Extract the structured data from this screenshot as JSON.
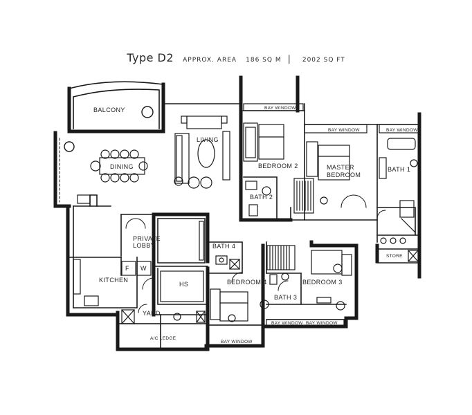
{
  "header": {
    "type_label": "Type D2",
    "area_label": "APPROX. AREA",
    "area_sqm": "186 SQ M",
    "separator": "|",
    "area_sqft": "2002 SQ FT"
  },
  "rooms": {
    "balcony": "BALCONY",
    "living": "LIVING",
    "dining": "DINING",
    "bedroom2": "BEDROOM 2",
    "master_bedroom_1": "MASTER",
    "master_bedroom_2": "BEDROOM",
    "bath1": "BATH 1",
    "bath2": "BATH 2",
    "bath3": "BATH 3",
    "bath4": "BATH 4",
    "private_lobby_1": "PRIVATE",
    "private_lobby_2": "LOBBY",
    "kitchen": "KITCHEN",
    "hs": "HS",
    "yard": "YARD",
    "bedroom3": "BEDROOM 3",
    "bedroom4": "BEDROOM 4",
    "store": "STORE",
    "ac_ledge": "A/C LEDGE",
    "fridge": "F",
    "wash": "W"
  },
  "bay_windows": {
    "bw_top": "BAY WINDOW",
    "bw_mid": "BAY WINDOW",
    "bw_right": "BAY WINDOW",
    "bw_b3a": "BAY WINDOW",
    "bw_b3b": "BAY WINDOW",
    "bw_b4": "BAY WINDOW"
  }
}
